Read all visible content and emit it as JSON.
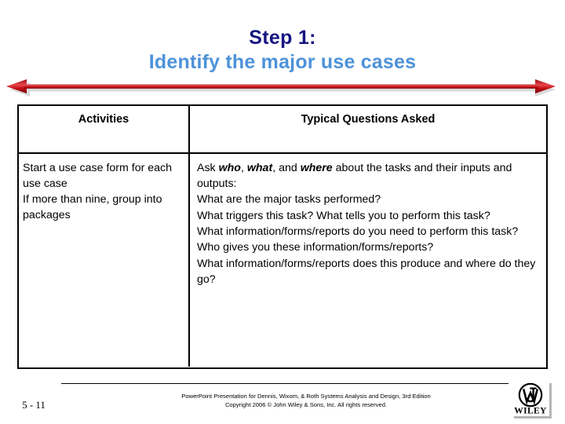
{
  "slide": {
    "title_line_1": "Step 1:",
    "title_line_2": "Identify the major use cases",
    "title_color_1": "#151581",
    "title_color_2": "#4d92d9",
    "arrow": {
      "icon": "double-headed-arrow-icon",
      "color": "#c00000",
      "highlight_color": "#e8373c",
      "shadow_color": "#b9b9b9"
    }
  },
  "table": {
    "columns": [
      {
        "header": "Activities"
      },
      {
        "header": "Typical Questions Asked"
      }
    ],
    "activities": [
      "Start a use case form for each use case",
      "If more than nine, group into packages"
    ],
    "questions": [
      {
        "prefix": "Ask ",
        "emph_1": "who",
        "mid_1": ", ",
        "emph_2": "what",
        "mid_2": ", and ",
        "emph_3": "where",
        "suffix": " about the tasks and their inputs and outputs:"
      },
      {
        "text": "What are the major tasks performed?"
      },
      {
        "text": "What triggers this task?  What tells you to perform this task?"
      },
      {
        "text": "What information/forms/reports do you need to perform this task?"
      },
      {
        "text": "Who gives you these information/forms/reports?"
      },
      {
        "text": "What information/forms/reports does this produce and where do they go?"
      }
    ]
  },
  "footer": {
    "page_number": "5 - 11",
    "credit_line_1": "PowerPoint Presentation for Dennis, Wixom, & Roth Systems Analysis and Design, 3rd Edition",
    "credit_line_2": "Copyright 2006 © John Wiley & Sons, Inc.  All rights reserved.",
    "logo": {
      "name": "wiley-logo",
      "wordmark": "WILEY"
    }
  }
}
